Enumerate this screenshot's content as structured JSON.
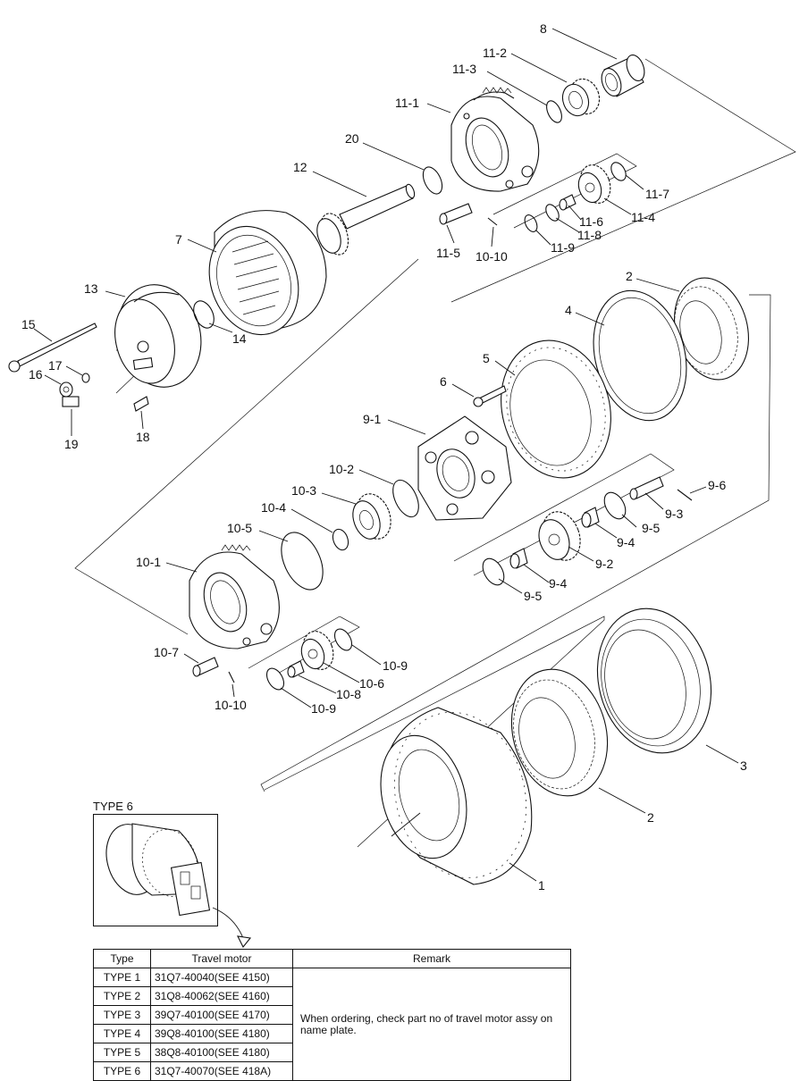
{
  "callouts": {
    "c8": "8",
    "c11_2": "11-2",
    "c11_3": "11-3",
    "c11_1": "11-1",
    "c20": "20",
    "c12": "12",
    "c7": "7",
    "c11_7": "11-7",
    "c11_6": "11-6",
    "c11_4": "11-4",
    "c11_8": "11-8",
    "c11_9": "11-9",
    "c11_5": "11-5",
    "c10_10a": "10-10",
    "c13": "13",
    "c15": "15",
    "c14": "14",
    "c17": "17",
    "c16": "16",
    "c18": "18",
    "c19": "19",
    "c2a": "2",
    "c4": "4",
    "c5": "5",
    "c6": "6",
    "c9_1": "9-1",
    "c10_2": "10-2",
    "c10_3": "10-3",
    "c10_4": "10-4",
    "c10_5": "10-5",
    "c9_6": "9-6",
    "c9_3": "9-3",
    "c9_5a": "9-5",
    "c9_4a": "9-4",
    "c9_2": "9-2",
    "c9_4b": "9-4",
    "c9_5b": "9-5",
    "c10_1": "10-1",
    "c10_9a": "10-9",
    "c10_7": "10-7",
    "c10_6": "10-6",
    "c10_8": "10-8",
    "c10_9b": "10-9",
    "c10_10b": "10-10",
    "c3": "3",
    "c2b": "2",
    "c1": "1"
  },
  "inset": {
    "title": "TYPE 6"
  },
  "table": {
    "headers": {
      "type": "Type",
      "motor": "Travel motor",
      "remark": "Remark"
    },
    "remark_text": "When ordering, check part no of travel motor assy on name plate.",
    "rows": [
      {
        "type": "TYPE 1",
        "motor": "31Q7-40040(SEE 4150)"
      },
      {
        "type": "TYPE 2",
        "motor": "31Q8-40062(SEE 4160)"
      },
      {
        "type": "TYPE 3",
        "motor": "39Q7-40100(SEE 4170)"
      },
      {
        "type": "TYPE 4",
        "motor": "39Q8-40100(SEE 4180)"
      },
      {
        "type": "TYPE 5",
        "motor": "38Q8-40100(SEE 4180)"
      },
      {
        "type": "TYPE 6",
        "motor": "31Q7-40070(SEE 418A)"
      }
    ]
  }
}
